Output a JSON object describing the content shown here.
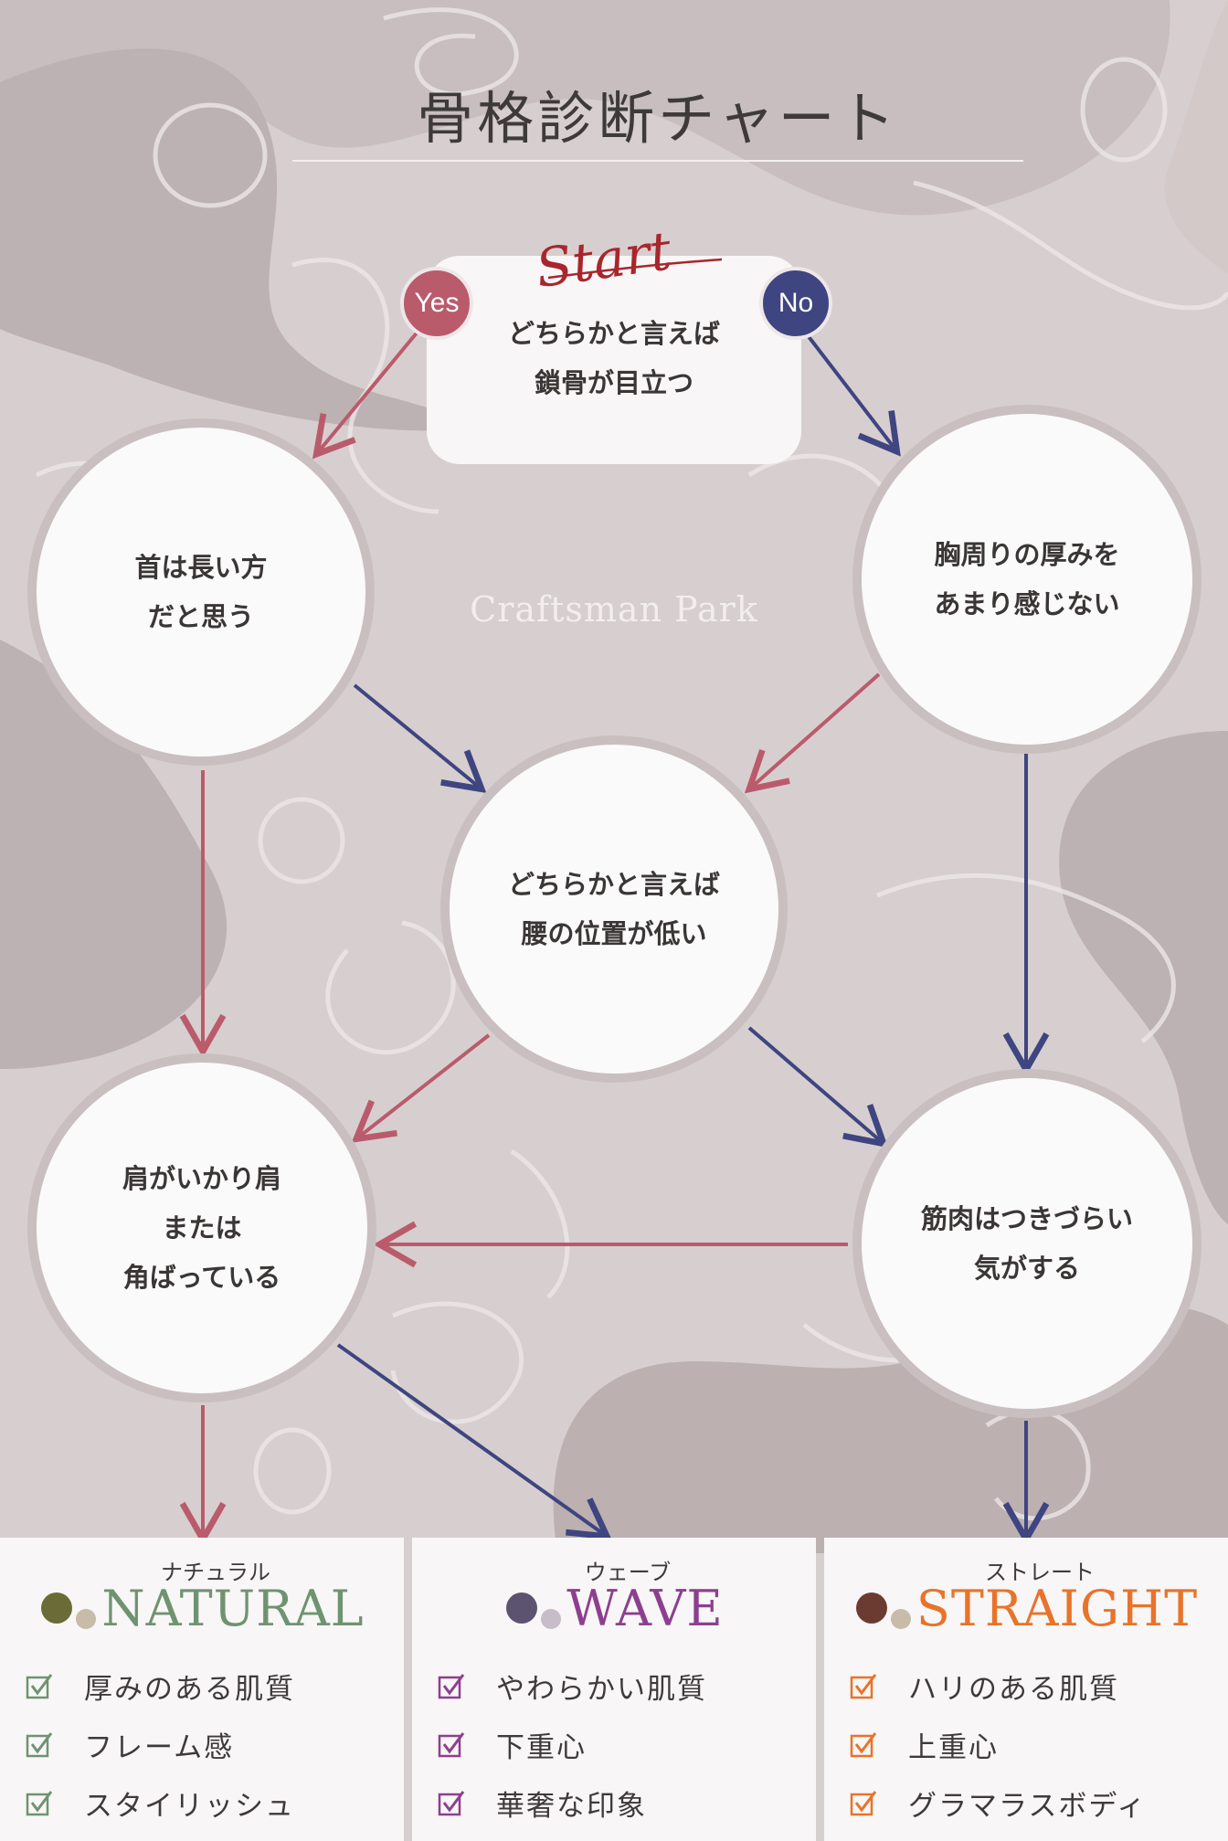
{
  "title": "骨格診断チャート",
  "start": {
    "word": "Start",
    "yes": "Yes",
    "no": "No",
    "line1": "どちらかと言えば",
    "line2": "鎖骨が目立つ"
  },
  "brand": "Craftsman Park",
  "nodes": {
    "neck": [
      "首は長い方",
      "だと思う"
    ],
    "chest": [
      "胸周りの厚みを",
      "あまり感じない"
    ],
    "waist": [
      "どちらかと言えば",
      "腰の位置が低い"
    ],
    "shoulder": [
      "肩がいかり肩",
      "または",
      "角ばっている"
    ],
    "muscle": [
      "筋肉はつきづらい",
      "気がする"
    ]
  },
  "results": [
    {
      "kana": "ナチュラル",
      "name": "NATURAL",
      "color": "#6f9370",
      "dot_color": "#6a6b36",
      "check_color": "#6f9370",
      "features": [
        "厚みのある肌質",
        "フレーム感",
        "スタイリッシュ"
      ]
    },
    {
      "kana": "ウェーブ",
      "name": "WAVE",
      "color": "#8d3f8f",
      "dot_color": "#5b5370",
      "check_color": "#8d3f8f",
      "features": [
        "やわらかい肌質",
        "下重心",
        "華奢な印象"
      ]
    },
    {
      "kana": "ストレート",
      "name": "STRAIGHT",
      "color": "#e8732a",
      "dot_color": "#6b3b32",
      "check_color": "#e8732a",
      "features": [
        "ハリのある肌質",
        "上重心",
        "グラマラスボディ"
      ]
    }
  ],
  "colors": {
    "yes": "#ba5b6c",
    "no": "#3e4580",
    "background": "#d7cfcf"
  }
}
